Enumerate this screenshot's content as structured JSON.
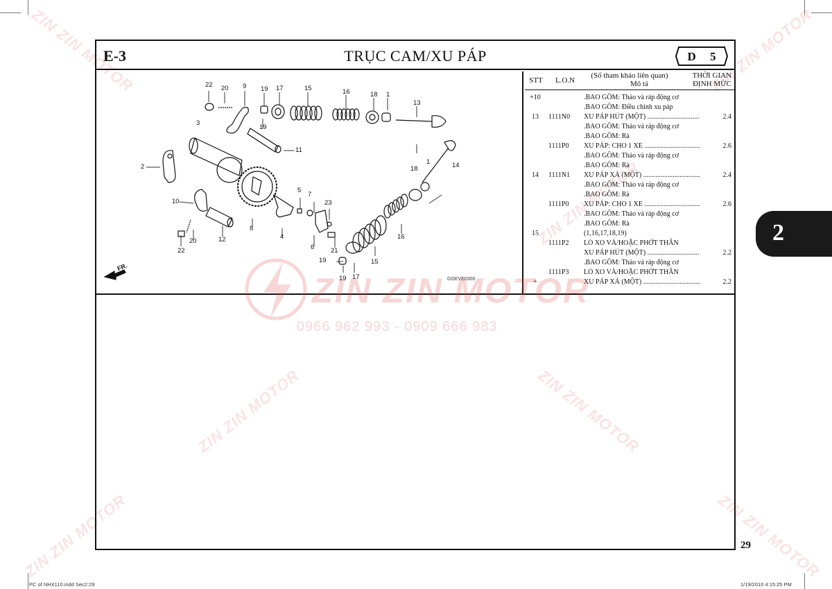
{
  "header": {
    "section_code": "E-3",
    "title": "TRỤC CAM/XU PÁP",
    "badge": "D 5"
  },
  "diagram": {
    "figure_code": "GGEVE0300",
    "front_label": "FR.",
    "callouts": [
      {
        "n": "22"
      },
      {
        "n": "20"
      },
      {
        "n": "9"
      },
      {
        "n": "19"
      },
      {
        "n": "17"
      },
      {
        "n": "15"
      },
      {
        "n": "16"
      },
      {
        "n": "18"
      },
      {
        "n": "1"
      },
      {
        "n": "13"
      },
      {
        "n": "3"
      },
      {
        "n": "19"
      },
      {
        "n": "11"
      },
      {
        "n": "2"
      },
      {
        "n": "18"
      },
      {
        "n": "1"
      },
      {
        "n": "14"
      },
      {
        "n": "5"
      },
      {
        "n": "7"
      },
      {
        "n": "23"
      },
      {
        "n": "10"
      },
      {
        "n": "8"
      },
      {
        "n": "4"
      },
      {
        "n": "16"
      },
      {
        "n": "12"
      },
      {
        "n": "6"
      },
      {
        "n": "21"
      },
      {
        "n": "20"
      },
      {
        "n": "22"
      },
      {
        "n": "19"
      },
      {
        "n": "15"
      },
      {
        "n": "19"
      },
      {
        "n": "17"
      }
    ]
  },
  "parts_table": {
    "headers": {
      "stt": "STT",
      "lon": "L.O.N",
      "ref_line1": "(Số tham khảo liên quan)",
      "ref_line2": "Mô tả",
      "time_line1": "THỜI GIAN",
      "time_line2": "ĐỊNH MỨC"
    },
    "rows": [
      {
        "stt": "+10",
        "lon": "",
        "desc": ".BAO GỒM: Tháo và ráp động cơ",
        "time": ""
      },
      {
        "stt": "",
        "lon": "",
        "desc": ".BAO GỒM: Điều chỉnh xu páp",
        "time": ""
      },
      {
        "stt": "13",
        "lon": "1111N0",
        "desc": "XU PÁP HÚT (MỘT) ..............................",
        "time": "2.4"
      },
      {
        "stt": "",
        "lon": "",
        "desc": ".BAO GỒM: Tháo và ráp động cơ",
        "time": ""
      },
      {
        "stt": "",
        "lon": "",
        "desc": ".BAO GỒM: Rà",
        "time": ""
      },
      {
        "stt": "",
        "lon": "1111P0",
        "desc": "XU PÁP: CHO 1 XE ................................",
        "time": "2.6"
      },
      {
        "stt": "",
        "lon": "",
        "desc": ".BAO GỒM: Tháo và ráp động cơ",
        "time": ""
      },
      {
        "stt": "",
        "lon": "",
        "desc": ".BAO GỒM: Rà",
        "time": ""
      },
      {
        "stt": "14",
        "lon": "1111N1",
        "desc": "XU PÁP XẢ (MỘT) .................................",
        "time": "2.4"
      },
      {
        "stt": "",
        "lon": "",
        "desc": ".BAO GỒM: Tháo và ráp động cơ",
        "time": ""
      },
      {
        "stt": "",
        "lon": "",
        "desc": ".BAO GỒM: Rà",
        "time": ""
      },
      {
        "stt": "",
        "lon": "1111P0",
        "desc": "XU PÁP: CHO 1 XE ................................",
        "time": "2.6"
      },
      {
        "stt": "",
        "lon": "",
        "desc": ".BAO GỒM: Tháo và ráp động cơ",
        "time": ""
      },
      {
        "stt": "",
        "lon": "",
        "desc": ".BAO GỒM: Rà",
        "time": ""
      },
      {
        "stt": "15",
        "lon": "",
        "desc": "(1,16,17,18,19)",
        "time": ""
      },
      {
        "stt": "",
        "lon": "1111P2",
        "desc": "LÒ XO VÀ/HOẶC PHỚT THÂN",
        "time": ""
      },
      {
        "stt": "",
        "lon": "",
        "desc": "XU PÁP HÚT (MỘT) ..............................",
        "time": "2.2"
      },
      {
        "stt": "",
        "lon": "",
        "desc": ".BAO GỒM: Tháo và ráp động cơ",
        "time": ""
      },
      {
        "stt": "",
        "lon": "1111P3",
        "desc": "LÒ XO VÀ/HOẶC PHỚT THÂN",
        "time": ""
      },
      {
        "stt": "+",
        "lon": "",
        "desc": "XU PÁP XẢ (MỘT) .................................",
        "time": "2.2"
      }
    ]
  },
  "side_tab": "2",
  "page_number": "29",
  "footer": {
    "left": "PC of NHX110.indd   Sec2:29",
    "right": "1/19/2010   4:15:25 PM"
  },
  "watermark": {
    "brand": "ZIN ZIN MOTOR",
    "phones": "0966 962 993 - 0909 666 983",
    "color": "#dc4646"
  }
}
